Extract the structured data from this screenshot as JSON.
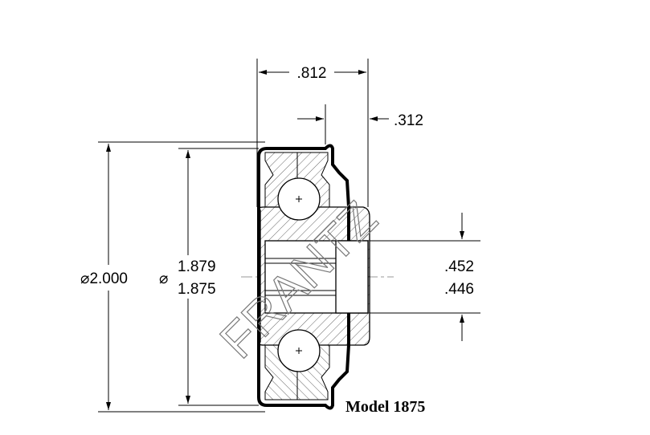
{
  "drawing": {
    "dimensions": {
      "width_overall": ".812",
      "flange_offset": ".312",
      "outer_diameter_symbol": "⌀",
      "outer_diameter": "2.000",
      "bearing_diameter_symbol": "⌀",
      "bearing_diameter_max": "1.879",
      "bearing_diameter_min": "1.875",
      "bore_max": ".452",
      "bore_min": ".446"
    },
    "model_label": "Model 1875",
    "watermark": "FRANTZ"
  }
}
